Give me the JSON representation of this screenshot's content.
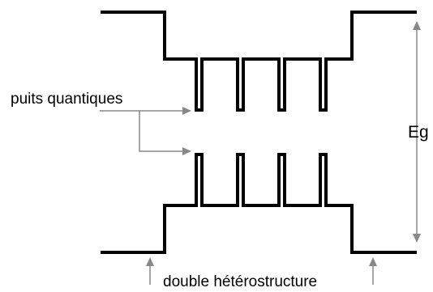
{
  "labels": {
    "quantum_wells": "puits quantiques",
    "energy_gap": "Eg",
    "double_heterostructure": "double hétérostructure"
  },
  "colors": {
    "band_line": "#000000",
    "arrow_gray": "#888888",
    "background": "#ffffff"
  }
}
